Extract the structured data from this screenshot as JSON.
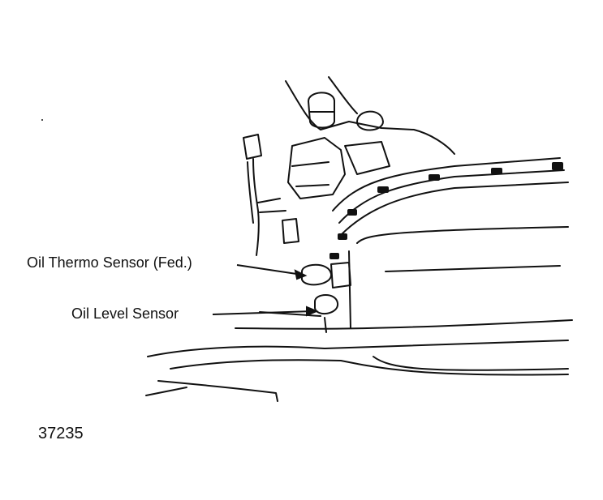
{
  "labels": {
    "oil_thermo_sensor": "Oil Thermo Sensor (Fed.)",
    "oil_level_sensor": "Oil Level Sensor"
  },
  "figure_number": "37235",
  "colors": {
    "ink": "#111111",
    "paper": "#ffffff"
  }
}
